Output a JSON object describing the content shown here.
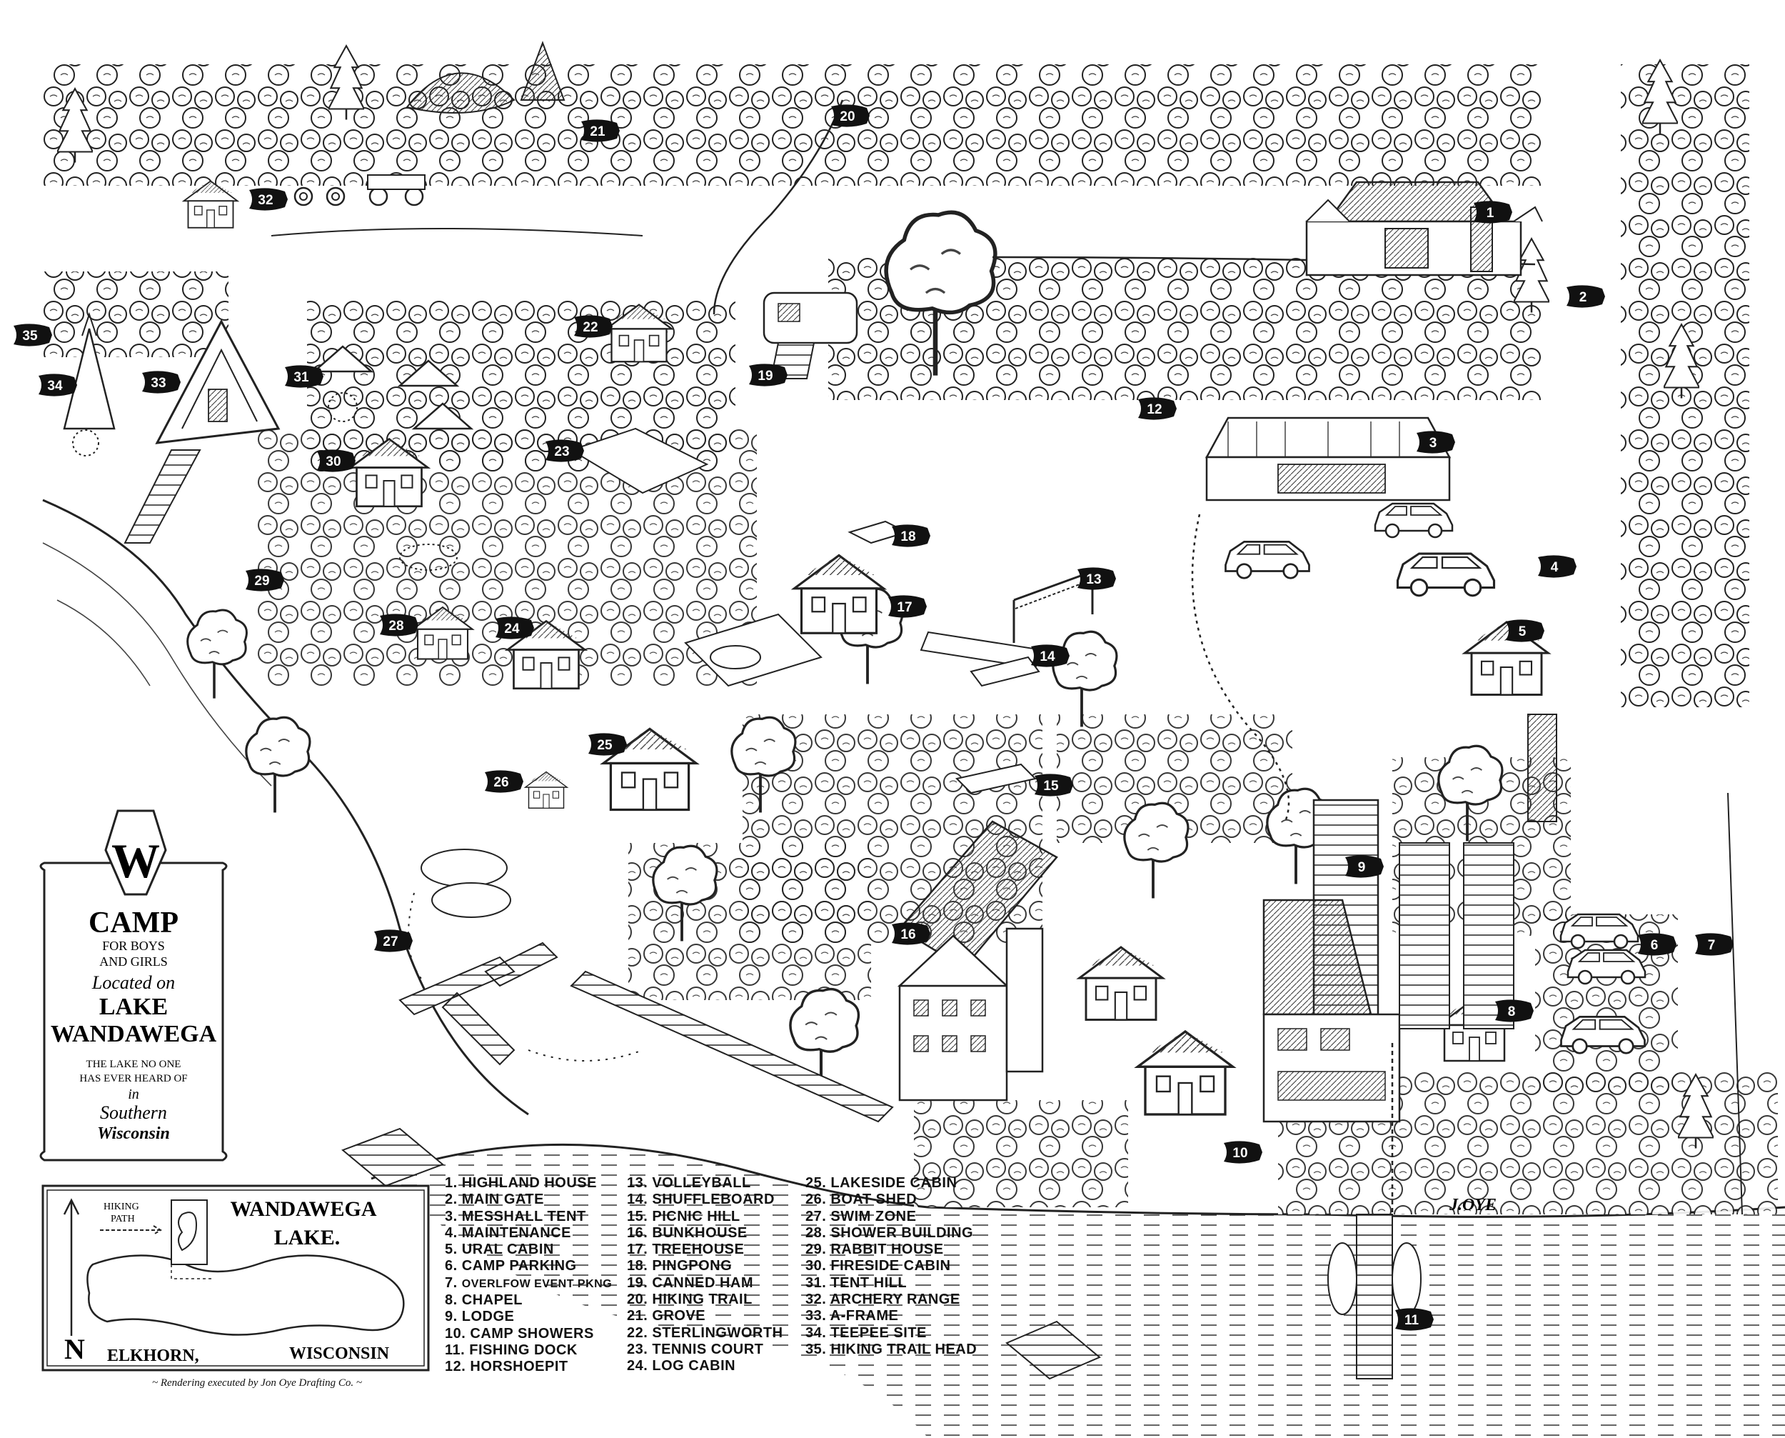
{
  "title_box": {
    "line1": "CAMP",
    "line2": "FOR BOYS",
    "line3": "AND GIRLS",
    "line4": "Located on",
    "line5": "LAKE",
    "line6": "WANDAWEGA",
    "line7": "THE LAKE NO ONE",
    "line8": "HAS EVER HEARD OF",
    "line9": "in",
    "line10": "Southern",
    "line11": "Wisconsin",
    "emblem": "W"
  },
  "inset": {
    "lake_title1": "WANDAWEGA",
    "lake_title2": "LAKE.",
    "hiking1": "HIKING",
    "hiking2": "PATH",
    "north": "N",
    "town": "ELKHORN,",
    "state": "WISCONSIN"
  },
  "credit": "Rendering executed by Jon Oye Drafting Co.",
  "signature": "J.OYE",
  "legend": [
    {
      "num": "1",
      "label": "HIGHLAND HOUSE"
    },
    {
      "num": "2",
      "label": "MAIN GATE"
    },
    {
      "num": "3",
      "label": "MESSHALL TENT"
    },
    {
      "num": "4",
      "label": "MAINTENANCE"
    },
    {
      "num": "5",
      "label": "URAL CABIN"
    },
    {
      "num": "6",
      "label": "CAMP PARKING"
    },
    {
      "num": "7",
      "label": "OVERLFOW EVENT PKNG"
    },
    {
      "num": "8",
      "label": "CHAPEL"
    },
    {
      "num": "9",
      "label": "LODGE"
    },
    {
      "num": "10",
      "label": "CAMP SHOWERS"
    },
    {
      "num": "11",
      "label": "FISHING DOCK"
    },
    {
      "num": "12",
      "label": "HORSHOEPIT"
    },
    {
      "num": "13",
      "label": "VOLLEYBALL"
    },
    {
      "num": "14",
      "label": "SHUFFLEBOARD"
    },
    {
      "num": "15",
      "label": "PICNIC HILL"
    },
    {
      "num": "16",
      "label": "BUNKHOUSE"
    },
    {
      "num": "17",
      "label": "TREEHOUSE"
    },
    {
      "num": "18",
      "label": "PINGPONG"
    },
    {
      "num": "19",
      "label": "CANNED HAM"
    },
    {
      "num": "20",
      "label": "HIKING TRAIL"
    },
    {
      "num": "21",
      "label": "GROVE"
    },
    {
      "num": "22",
      "label": "STERLINGWORTH"
    },
    {
      "num": "23",
      "label": "TENNIS COURT"
    },
    {
      "num": "24",
      "label": "LOG CABIN"
    },
    {
      "num": "25",
      "label": "LAKESIDE CABIN"
    },
    {
      "num": "26",
      "label": "BOAT SHED"
    },
    {
      "num": "27",
      "label": "SWIM ZONE"
    },
    {
      "num": "28",
      "label": "SHOWER BUILDING"
    },
    {
      "num": "29",
      "label": "RABBIT HOUSE"
    },
    {
      "num": "30",
      "label": "FIRESIDE CABIN"
    },
    {
      "num": "31",
      "label": "TENT HILL"
    },
    {
      "num": "32",
      "label": "ARCHERY RANGE"
    },
    {
      "num": "33",
      "label": "A-FRAME"
    },
    {
      "num": "34",
      "label": "TEEPEE SITE"
    },
    {
      "num": "35",
      "label": "HIKING TRAIL HEAD"
    }
  ],
  "pins": [
    "1",
    "2",
    "3",
    "4",
    "5",
    "6",
    "7",
    "8",
    "9",
    "10",
    "11",
    "12",
    "13",
    "14",
    "15",
    "16",
    "17",
    "18",
    "19",
    "20",
    "21",
    "22",
    "23",
    "24",
    "25",
    "26",
    "27",
    "28",
    "29",
    "30",
    "31",
    "32",
    "33",
    "34",
    "35"
  ]
}
